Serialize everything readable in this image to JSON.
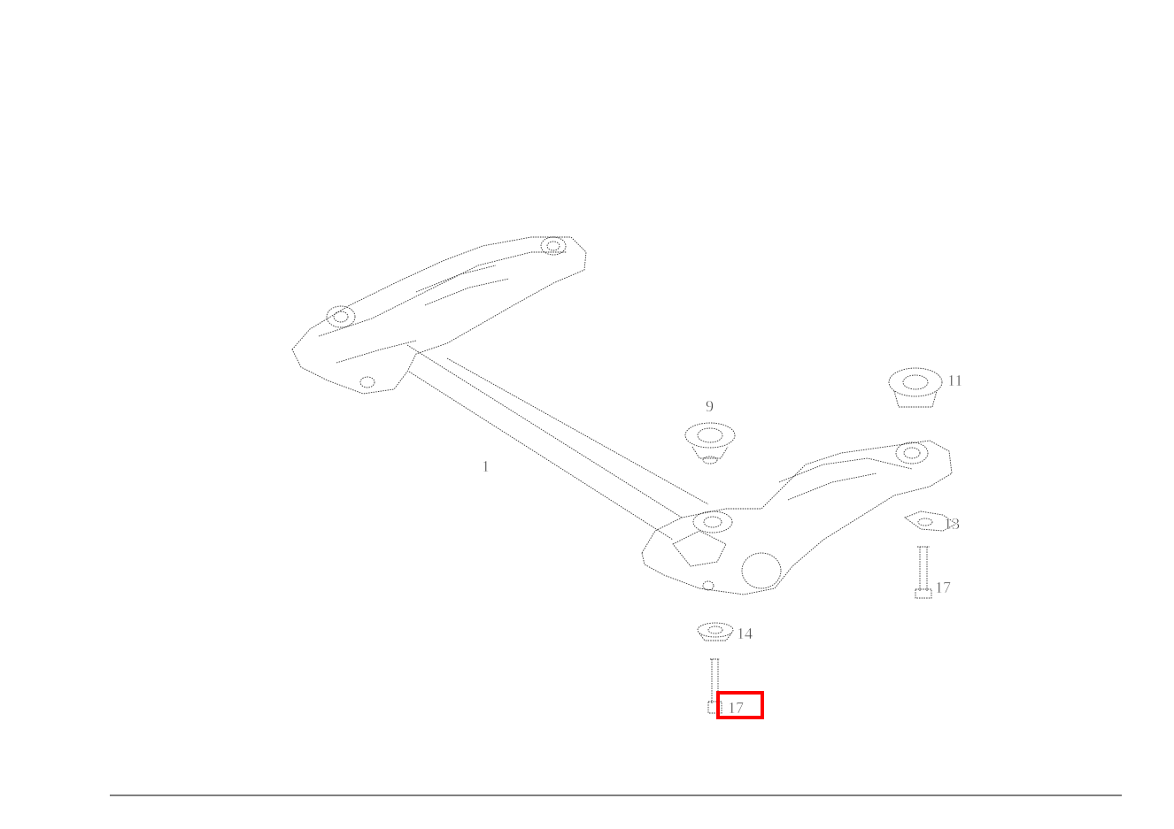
{
  "labels": {
    "part_1": "1",
    "part_9": "9",
    "part_11": "11",
    "part_13": "13",
    "part_14": "14",
    "part_17_right": "17",
    "part_17_bottom": "17"
  },
  "highlight_color": "#ff0000",
  "highlighted_label": "17"
}
